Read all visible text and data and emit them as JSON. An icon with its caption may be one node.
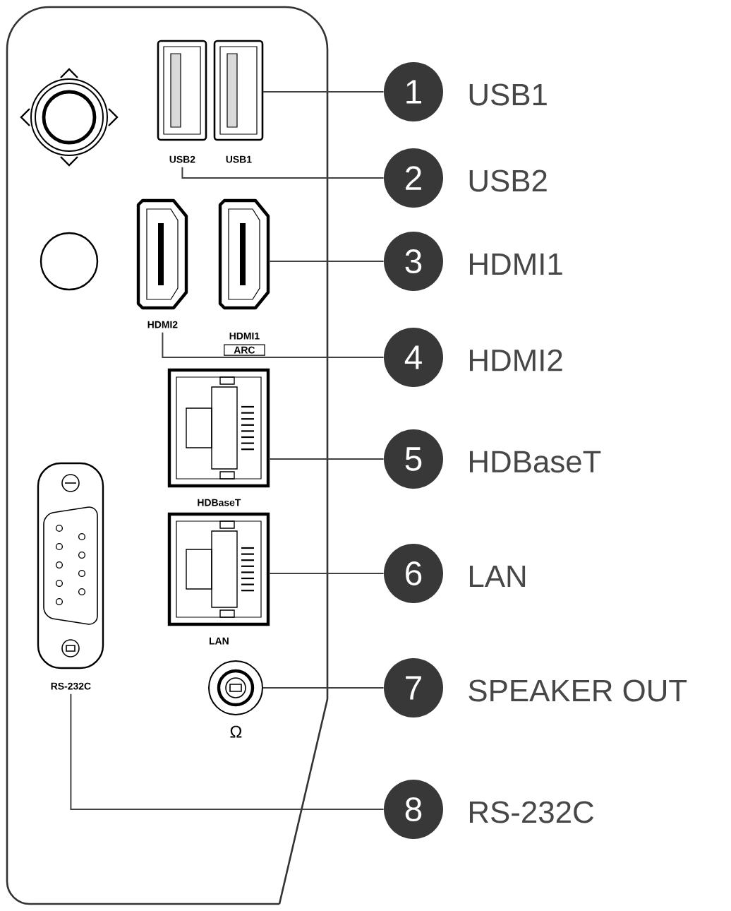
{
  "diagram": {
    "nodes": [
      {
        "text": [
          "1"
        ],
        "beside": [
          "USB1"
        ]
      },
      {
        "text": [
          "2"
        ],
        "beside": [
          "USB2"
        ]
      },
      {
        "text": [
          "3"
        ],
        "beside": [
          "HDMI1"
        ]
      },
      {
        "text": [
          "4"
        ],
        "beside": [
          "HDMI2"
        ]
      },
      {
        "text": [
          "5"
        ],
        "beside": [
          "HDBaseT"
        ]
      },
      {
        "text": [
          "6"
        ],
        "beside": [
          "LAN"
        ]
      },
      {
        "text": [
          "7"
        ],
        "beside": [
          "SPEAKER OUT"
        ]
      },
      {
        "text": [
          "8"
        ],
        "beside": [
          "RS-232C"
        ]
      },
      {
        "text": [
          "USB2"
        ]
      },
      {
        "text": [
          "USB1"
        ]
      },
      {
        "text": [
          "HDMI2"
        ]
      },
      {
        "text": [
          "HDMI1",
          "ARC"
        ]
      },
      {
        "text": [
          "HDBaseT"
        ]
      },
      {
        "text": [
          "LAN"
        ]
      },
      {
        "text": [
          "Ω"
        ]
      },
      {
        "text": [
          "RS-232C"
        ]
      },
      {
        "text": [],
        "shape": "circle"
      }
    ],
    "edges": [
      {
        "from": 0,
        "to": 9,
        "arrow": "none"
      },
      {
        "from": 1,
        "to": 8,
        "arrow": "none"
      },
      {
        "from": 2,
        "to": 11,
        "arrow": "none"
      },
      {
        "from": 3,
        "to": 10,
        "arrow": "none"
      },
      {
        "from": 4,
        "to": 12,
        "arrow": "none"
      },
      {
        "from": 5,
        "to": 13,
        "arrow": "none"
      },
      {
        "from": 6,
        "to": 14,
        "arrow": "none"
      },
      {
        "from": 7,
        "to": 15,
        "arrow": "none"
      }
    ]
  }
}
